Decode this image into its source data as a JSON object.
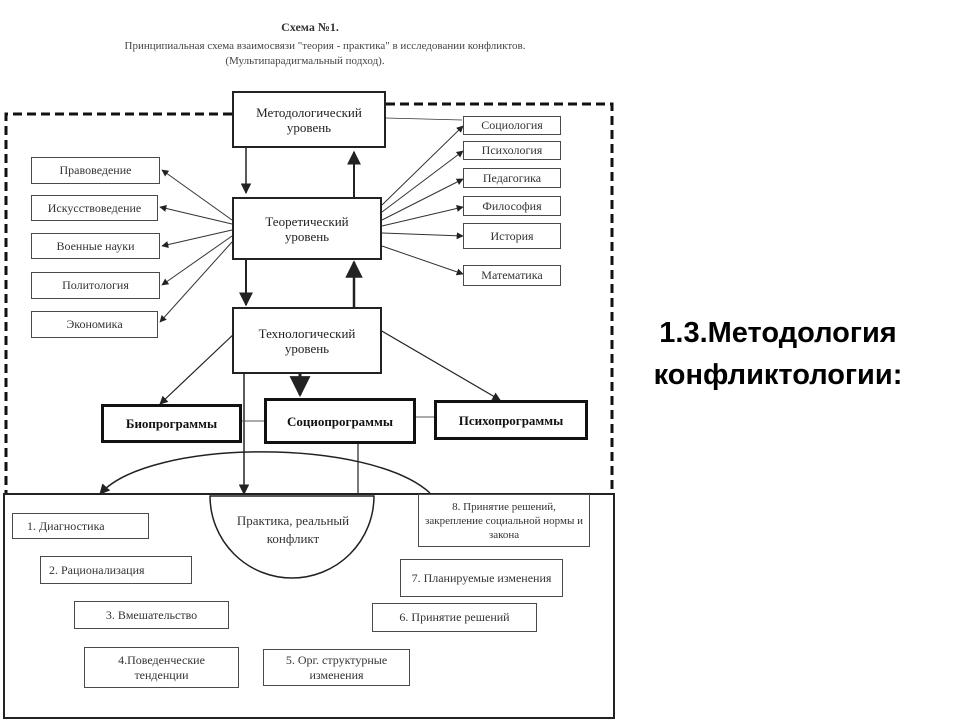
{
  "header": {
    "title": "Схема №1.",
    "subtitle": "Принципиальная схема взаимосвязи \"теория - практика\" в исследовании конфликтов.",
    "approach": "(Мультипарадигмальный подход)."
  },
  "levels": {
    "methodological": "Методологический уровень",
    "theoretical": "Теоретический уровень",
    "technological": "Технологический уровень"
  },
  "left_sciences": [
    "Правоведение",
    "Искусствоведение",
    "Военные науки",
    "Политология",
    "Экономика"
  ],
  "right_sciences": [
    "Социология",
    "Психология",
    "Педагогика",
    "Философия",
    "История",
    "Математика"
  ],
  "programs": {
    "bio": "Биопрограммы",
    "socio": "Социопрограммы",
    "psycho": "Психопрограммы"
  },
  "practice": "Практика, реальный конфликт",
  "stages": [
    "1. Диагностика",
    "2. Рационализация",
    "3. Вмешательство",
    "4.Поведенческие тенденции",
    "5. Орг. структурные изменения",
    "6. Принятие решений",
    "7. Планируемые изменения",
    "8. Принятие решений, закрепление социальной нормы и закона"
  ],
  "side_title": "1.3.Методология конфликтологии:"
}
